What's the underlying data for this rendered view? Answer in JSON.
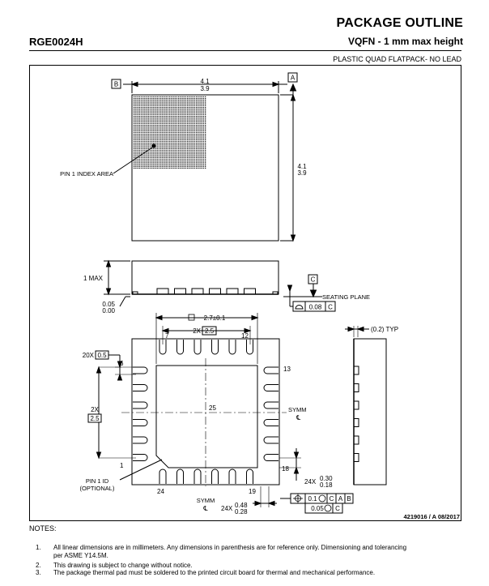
{
  "header": {
    "title": "PACKAGE OUTLINE",
    "code": "RGE0024H",
    "subtitle": "VQFN - 1 mm max height",
    "type": "PLASTIC QUAD FLATPACK- NO LEAD"
  },
  "top_view": {
    "datum_b": "B",
    "datum_a": "A",
    "width_max": "4.1",
    "width_min": "3.9",
    "height_max": "4.1",
    "height_min": "3.9",
    "pin1_label": "PIN 1 INDEX AREA"
  },
  "side_view": {
    "max_height": "1 MAX",
    "standoff_max": "0.05",
    "standoff_min": "0.00",
    "datum_c": "C",
    "seating_plane": "SEATING PLANE",
    "flatness_value": "0.08",
    "flatness_datum": "C"
  },
  "bottom_view": {
    "pad_size": "2.7±0.1",
    "pitch_count_top": "2X",
    "pitch_top": "2.5",
    "pin7": "7",
    "pin12": "12",
    "pitch_count_pins": "20X",
    "pin_pitch": "0.5",
    "pin6": "6",
    "pin13": "13",
    "pitch_count_left": "2X",
    "pitch_left": "2.5",
    "center_pin": "25",
    "symm_right": "SYMM",
    "symm_bottom": "SYMM",
    "centerline": "℄",
    "pin1": "1",
    "pin18": "18",
    "pin24": "24",
    "pin19": "19",
    "pin1_id": "PIN 1 ID",
    "pin1_id_note": "(OPTIONAL)",
    "lead_length_count": "24X",
    "lead_length_max": "0.30",
    "lead_length_min": "0.18",
    "lead_width_count": "24X",
    "lead_width_max": "0.48",
    "lead_width_min": "0.28",
    "fcf1_value": "0.1",
    "fcf1_datums": [
      "C",
      "A",
      "B"
    ],
    "fcf2_value": "0.05",
    "fcf2_datum": "C",
    "typ_label": "(0.2) TYP"
  },
  "footer": {
    "drawing_number": "4219016 / A   08/2017"
  },
  "notes": {
    "title": "NOTES:",
    "items": [
      {
        "num": "1.",
        "line1": "All linear dimensions are in millimeters. Any dimensions in parenthesis are for reference only. Dimensioning and tolerancing",
        "line2": "per ASME Y14.5M."
      },
      {
        "num": "2.",
        "line1": "This drawing is subject to change without notice."
      },
      {
        "num": "3.",
        "line1": "The package thermal pad must be soldered to the printed circuit board for thermal and mechanical performance."
      }
    ]
  }
}
